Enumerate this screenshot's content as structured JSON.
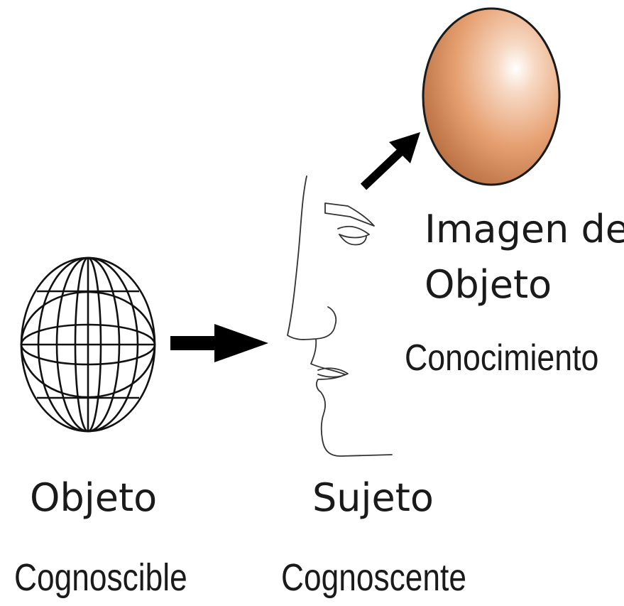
{
  "image_of_object": {
    "line1": "Imagen del",
    "line2": "Objeto"
  },
  "knowledge": "Conocimiento",
  "object": {
    "title": "Objeto",
    "subtitle": "Cognoscible"
  },
  "subject": {
    "title": "Sujeto",
    "subtitle": "Cognoscente"
  },
  "icons": {
    "object": "wireframe-globe-icon",
    "subject": "face-profile-icon",
    "image": "sphere-icon",
    "arrows": "arrow-icon"
  },
  "colors": {
    "sphere_light": "#ffffff",
    "sphere_mid": "#e7a274",
    "sphere_dark": "#b46a3c",
    "ink": "#000000",
    "text": "#1a1a1a"
  }
}
